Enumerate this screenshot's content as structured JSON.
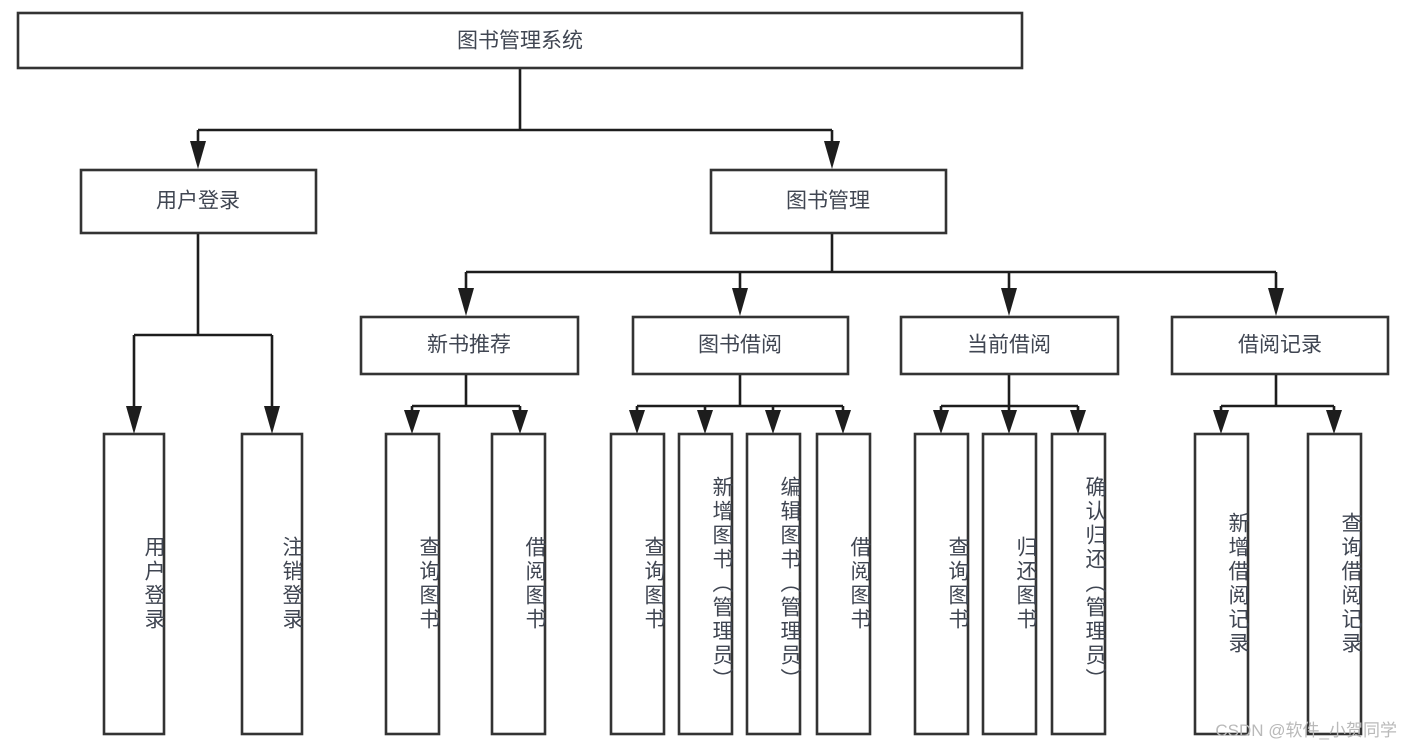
{
  "diagram": {
    "title": "图书管理系统",
    "type": "tree-hierarchy-diagram",
    "colors": {
      "box_border": "#333333",
      "box_fill": "#ffffff",
      "connector": "#1d1d1d",
      "label_text": "#404652",
      "watermark_text": "#b9b9b9",
      "background": "#ffffff"
    },
    "root": {
      "label": "图书管理系统"
    },
    "level2": [
      {
        "label": "用户登录"
      },
      {
        "label": "图书管理"
      }
    ],
    "level3": [
      {
        "label": "新书推荐"
      },
      {
        "label": "图书借阅"
      },
      {
        "label": "当前借阅"
      },
      {
        "label": "借阅记录"
      }
    ],
    "leaves": {
      "user_login": [
        {
          "label": "用户登录"
        },
        {
          "label": "注销登录"
        }
      ],
      "new_book_recommend": [
        {
          "label": "查询图书"
        },
        {
          "label": "借阅图书"
        }
      ],
      "book_borrow": [
        {
          "label": "查询图书"
        },
        {
          "label": "新增图书（管理员）"
        },
        {
          "label": "编辑图书（管理员）"
        },
        {
          "label": "借阅图书"
        }
      ],
      "current_borrow": [
        {
          "label": "查询图书"
        },
        {
          "label": "归还图书"
        },
        {
          "label": "确认归还（管理员）"
        }
      ],
      "borrow_record": [
        {
          "label": "新增借阅记录"
        },
        {
          "label": "查询借阅记录"
        }
      ]
    },
    "watermark": "CSDN @软件_小贺同学"
  }
}
